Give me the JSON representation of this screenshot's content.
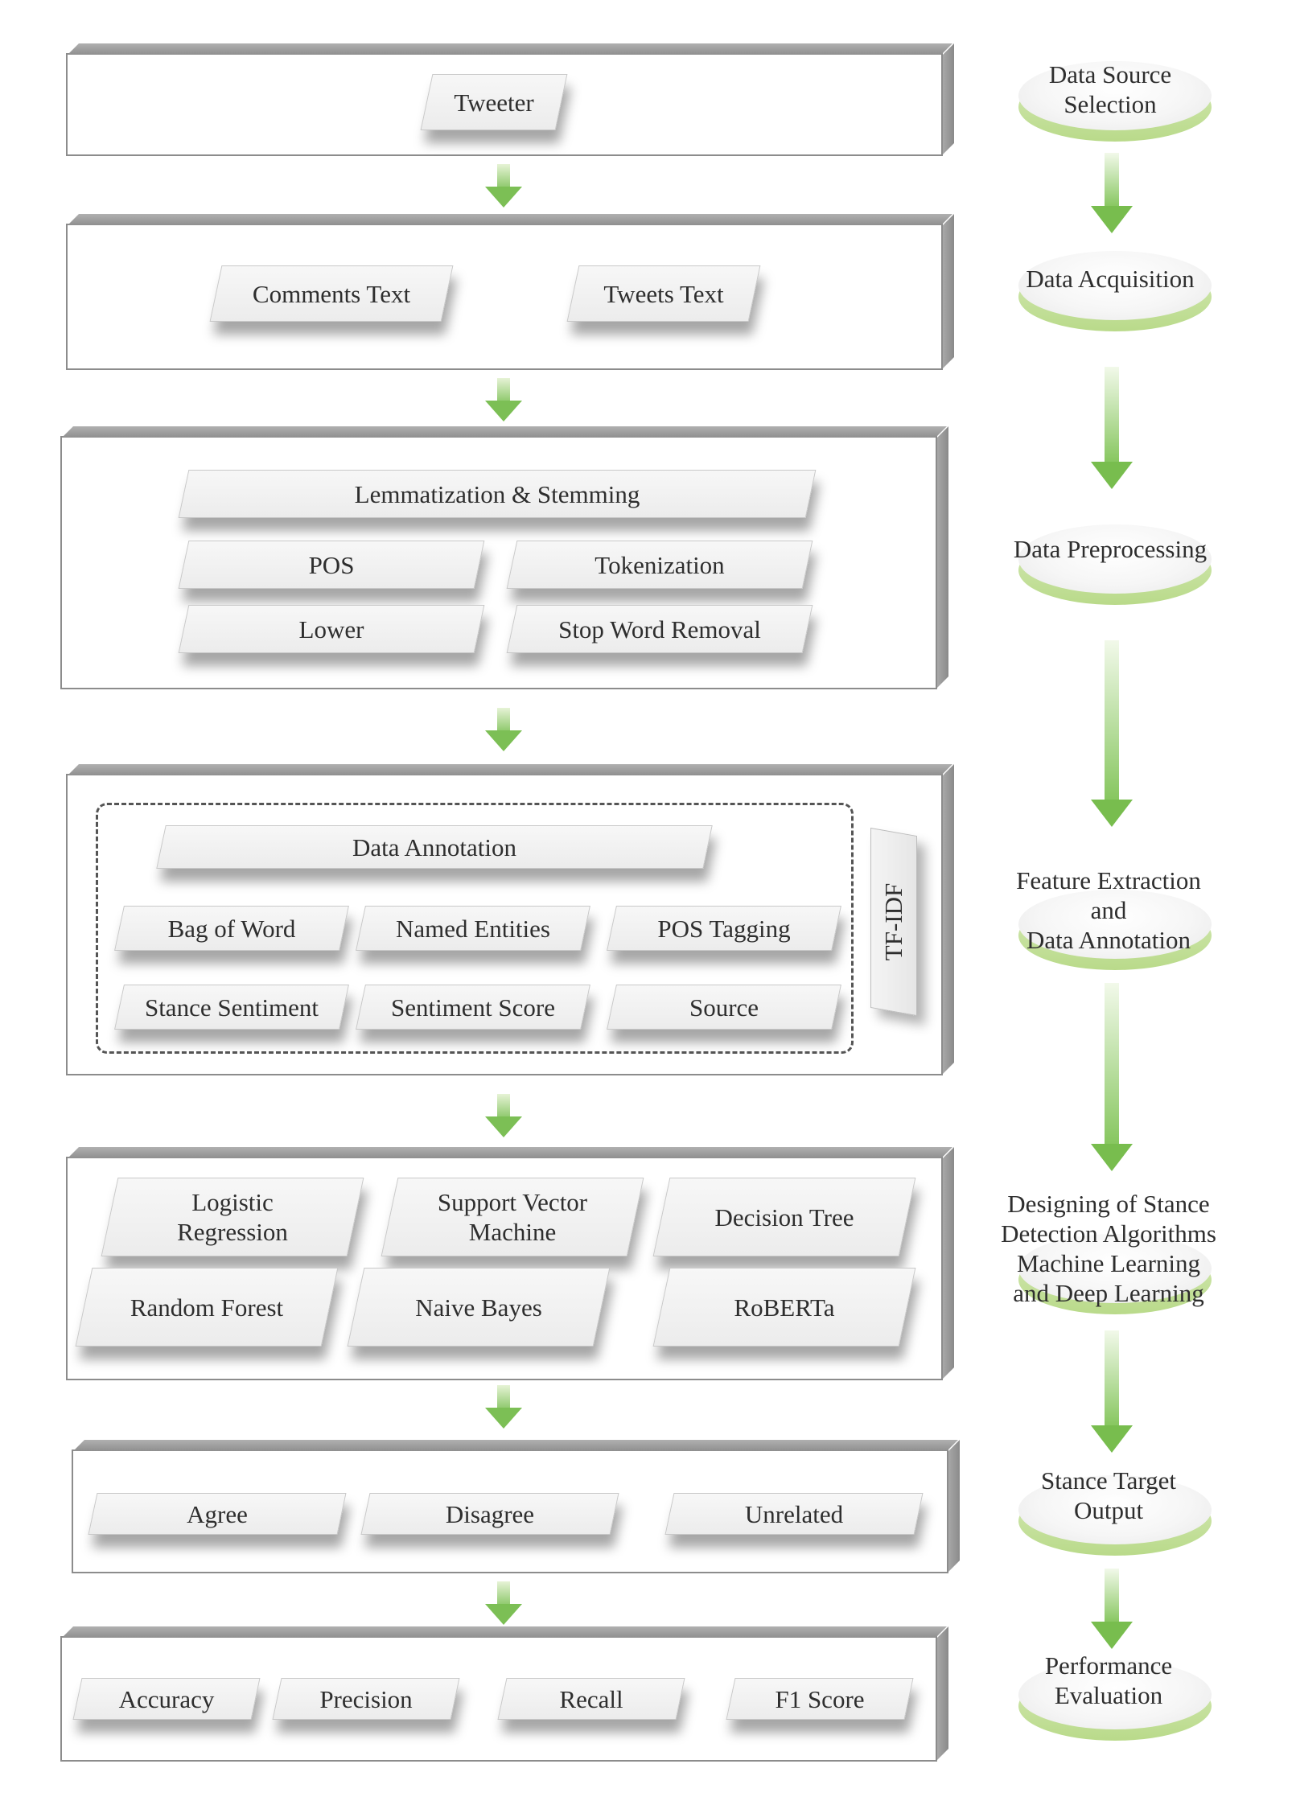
{
  "source": {
    "items": [
      "Tweeter"
    ]
  },
  "acquisition": {
    "items": [
      "Comments Text",
      "Tweets Text"
    ]
  },
  "preprocessing": {
    "items": [
      "Lemmatization & Stemming",
      "POS",
      "Tokenization",
      "Lower",
      "Stop Word Removal"
    ]
  },
  "features": {
    "items": [
      "Data Annotation",
      "Bag of Word",
      "Named Entities",
      "POS Tagging",
      "Stance Sentiment",
      "Sentiment Score",
      "Source"
    ],
    "side_label": "TF-IDF"
  },
  "algorithms": {
    "items": [
      "Logistic\nRegression",
      "Support Vector\nMachine",
      "Decision Tree",
      "Random Forest",
      "Naive Bayes",
      "RoBERTa"
    ]
  },
  "output": {
    "items": [
      "Agree",
      "Disagree",
      "Unrelated"
    ]
  },
  "evaluation": {
    "items": [
      "Accuracy",
      "Precision",
      "Recall",
      "F1 Score"
    ]
  },
  "stages": [
    "Data Source\nSelection",
    "Data Acquisition",
    "Data Preprocessing",
    "Feature Extraction\nand\nData Annotation",
    "Designing of Stance\nDetection Algorithms\nMachine Learning\nand Deep Learning",
    "Stance Target\nOutput",
    "Performance\nEvaluation"
  ],
  "colors": {
    "arrow_green": "#7cbf55",
    "disc_rim": "#c8e2a0",
    "panel_edge": "#8c8c8c",
    "dashed_border": "#555555"
  }
}
